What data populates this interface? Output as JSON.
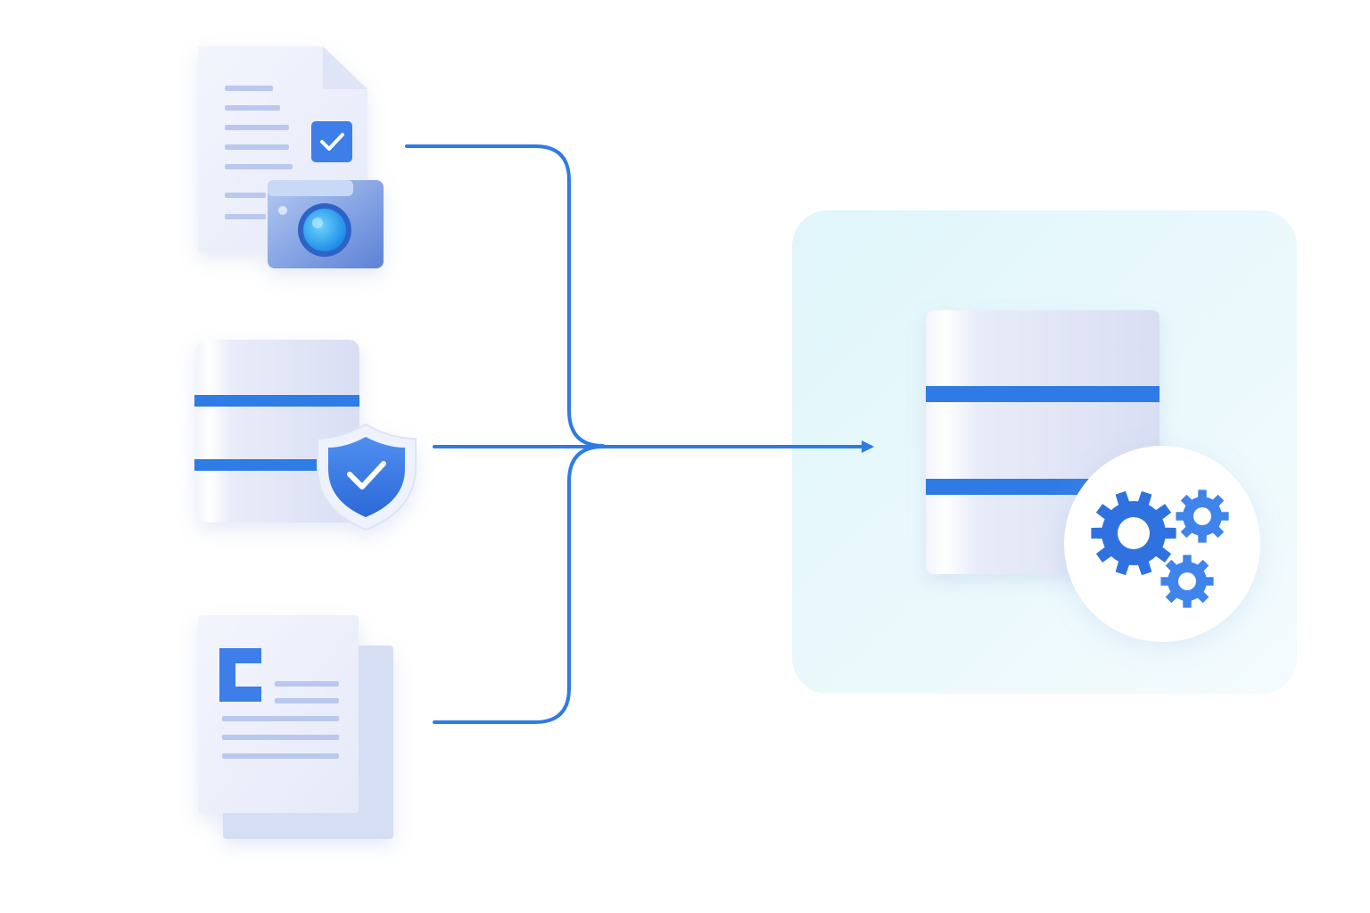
{
  "diagram": {
    "sources": [
      {
        "name": "document-with-camera",
        "icons": [
          "document-icon",
          "checkbox-icon",
          "camera-icon"
        ]
      },
      {
        "name": "database-with-shield",
        "icons": [
          "database-icon",
          "shield-check-icon"
        ]
      },
      {
        "name": "document-stack",
        "icons": [
          "document-icon",
          "letter-c-icon"
        ]
      }
    ],
    "target": {
      "name": "database-processing",
      "icons": [
        "database-icon",
        "gears-icon"
      ]
    },
    "edges": [
      {
        "from": "document-with-camera",
        "to": "database-processing"
      },
      {
        "from": "database-with-shield",
        "to": "database-processing"
      },
      {
        "from": "document-stack",
        "to": "database-processing"
      }
    ]
  },
  "colors": {
    "line": "#2f7be5",
    "accent": "#2f72df",
    "accent_light": "#8fb0ea",
    "panel": "#e4f7fb",
    "card": "#eef1fb",
    "card_shadow": "#d4dbf1"
  }
}
